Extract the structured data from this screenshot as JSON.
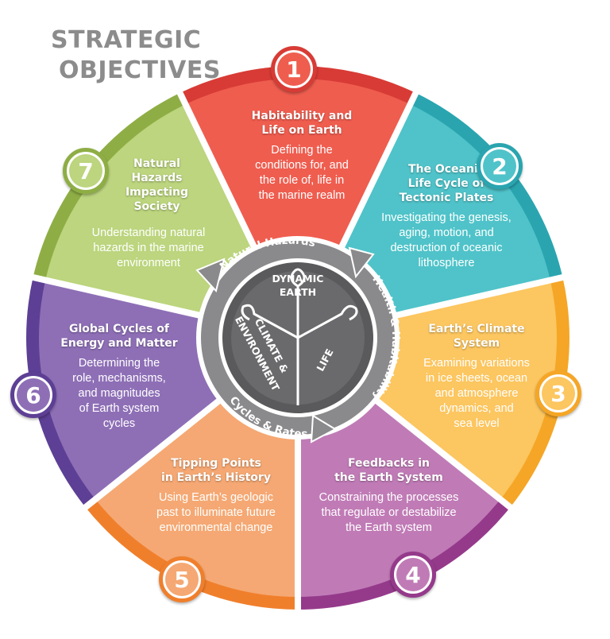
{
  "title": {
    "line1": "STRATEGIC",
    "line2": "OBJECTIVES"
  },
  "segments": [
    {
      "number": "1",
      "title_lines": [
        "Habitability and",
        "Life on Earth"
      ],
      "description_lines": [
        "Defining the",
        "conditions for, and",
        "the role of, life in",
        "the marine realm"
      ],
      "color": "#ef5d4f",
      "rim_color": "#d83b35"
    },
    {
      "number": "2",
      "title_lines": [
        "The Oceanic",
        "Life Cycle of",
        "Tectonic Plates"
      ],
      "description_lines": [
        "Investigating the genesis,",
        "aging, motion, and",
        "destruction of oceanic",
        "lithosphere"
      ],
      "color": "#4fc3c9",
      "rim_color": "#2aa5b0"
    },
    {
      "number": "3",
      "title_lines": [
        "Earth’s Climate",
        "System"
      ],
      "description_lines": [
        "Examining variations",
        "in ice sheets, ocean",
        "and atmosphere",
        "dynamics, and",
        "sea level"
      ],
      "color": "#fcc660",
      "rim_color": "#f5a626"
    },
    {
      "number": "4",
      "title_lines": [
        "Feedbacks in",
        "the Earth System"
      ],
      "description_lines": [
        "Constraining the processes",
        "that regulate or destabilize",
        "the Earth system"
      ],
      "color": "#c07bb6",
      "rim_color": "#953a8b"
    },
    {
      "number": "5",
      "title_lines": [
        "Tipping Points",
        "in Earth’s History"
      ],
      "description_lines": [
        "Using Earth’s geologic",
        "past to illuminate future",
        "environmental change"
      ],
      "color": "#f5a873",
      "rim_color": "#f07f2c"
    },
    {
      "number": "6",
      "title_lines": [
        "Global Cycles of",
        "Energy and Matter"
      ],
      "description_lines": [
        "Determining the",
        "role, mechanisms,",
        "and magnitudes",
        "of Earth system",
        "cycles"
      ],
      "color": "#8e6fb6",
      "rim_color": "#5d3f95"
    },
    {
      "number": "7",
      "title_lines": [
        "Natural",
        "Hazards",
        "Impacting",
        "Society"
      ],
      "description_lines": [
        "Understanding natural",
        "hazards in the marine",
        "environment"
      ],
      "color": "#bcd57e",
      "rim_color": "#8eae45"
    }
  ],
  "center": {
    "arrow_labels": [
      "Natural Hazards",
      "Health & Habitability",
      "Cycles & Rates"
    ],
    "puzzle_labels": [
      "DYNAMIC",
      "EARTH",
      "CLIMATE &",
      "ENVIRONMENT",
      "LIFE"
    ],
    "ring_color": "#8a8a8c",
    "core_color": "#5a5a5c",
    "puzzle_color": "#6a6a6c"
  }
}
